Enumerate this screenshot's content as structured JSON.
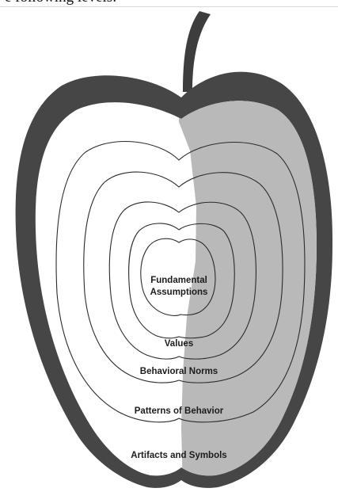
{
  "header": {
    "clipped_text": "e following levels:"
  },
  "diagram": {
    "layers": [
      "Artifacts and Symbols",
      "Patterns of Behavior",
      "Behavioral Norms",
      "Values"
    ],
    "core_line1": "Fundamental",
    "core_line2": "Assumptions"
  }
}
